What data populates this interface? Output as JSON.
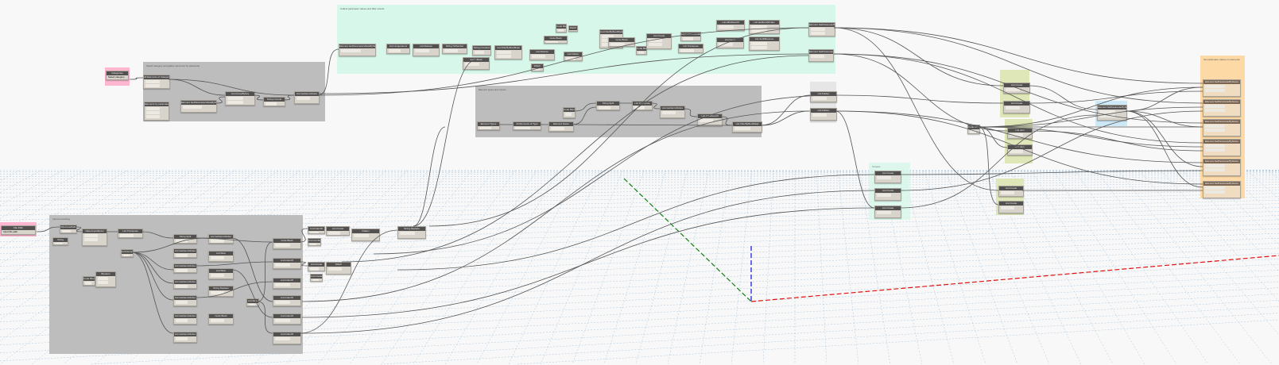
{
  "canvas": {
    "background": "#f8f8f8"
  },
  "groups": [
    {
      "id": "g-green-main",
      "color": "#d7f7ea",
      "note": "Collect parameter values and filter results"
    },
    {
      "id": "g-gray-categories",
      "color": "#bdbdbd",
      "note": "Select category and gather elements by parameter"
    },
    {
      "id": "g-gray-types",
      "color": "#bdbdbd",
      "note": "Element types and names"
    },
    {
      "id": "g-gray-input",
      "color": "#bdbdbd",
      "note": "Input processing"
    },
    {
      "id": "g-light-gray",
      "color": "#e6e6e6",
      "note": ""
    },
    {
      "id": "g-green-small",
      "color": "#d7f7ea",
      "note": "Outputs"
    },
    {
      "id": "g-olive-1",
      "color": "#dfe7b8",
      "note": ""
    },
    {
      "id": "g-olive-2",
      "color": "#dfe7b8",
      "note": ""
    },
    {
      "id": "g-olive-3",
      "color": "#dfe7b8",
      "note": ""
    },
    {
      "id": "g-blue",
      "color": "#cde8f7",
      "note": ""
    },
    {
      "id": "g-orange",
      "color": "#fdd9a6",
      "note": "Set parameter values on elements"
    }
  ],
  "pink_notes": [
    {
      "title": "Categories",
      "label": "Select category input"
    },
    {
      "title": "File Path",
      "label": "Input file path"
    }
  ],
  "nodes": [
    "Element.GetParameterValueByName",
    "List.UniqueItems",
    "List.Reduce",
    "String.ToNumber",
    "String.Contains",
    "List.FilterByBoolMask",
    "List.Reduce",
    "List.Flatten",
    "Code Block",
    "Code Block",
    "Code Block",
    "Watch",
    "List.FilterByBoolMask",
    "Code Block",
    "List.Create",
    "List.GetItemAtIndex",
    "List.Transpose",
    "List.AllIndicesOf",
    "List.Count",
    "List.GetItemAtIndex",
    "List.SetDifference",
    "Element.SetParameterByName",
    "Element.SetParameterByName",
    "Code Block",
    "Watch",
    "All Elements of Category",
    "Elements by parameter",
    "Element.GetParameterValueByName",
    "List.GroupByKey",
    "String.Concat",
    "List.GetItemAtIndex",
    "Element Types",
    "All Elements of Type",
    "Code Block",
    "Element.Name",
    "String.Split",
    "List.Transpose",
    "List.GetItemAtIndex",
    "List.AllIndicesOf",
    "List.FilterByBoolMask",
    "List.Flatten",
    "List.Flatten",
    "Code Block",
    "List.Create",
    "List.Create",
    "List.Join",
    "List.Join",
    "List.Create",
    "List.Create",
    "List.Create",
    "List.Create",
    "List.Create",
    "Element.SetParameterByName",
    "Element.SetParameterByName",
    "Element.SetParameterByName",
    "Element.SetParameterByName",
    "Element.SetParameterByName",
    "Element.SetParameterByName",
    "Element.SetParameterByName",
    "File.FromPath",
    "Data.ImportExcel",
    "List.Transpose",
    "String",
    "Code Block",
    "Boolean",
    "List.Deconstruct",
    "String.Split",
    "List.GetItemAtIndex",
    "List.GetItemAtIndex",
    "List.GetItemAtIndex",
    "List.GetItemAtIndex",
    "List.GetItemAtIndex",
    "List.GetItemAtIndex",
    "List.GetItemAtIndex",
    "List.Slice",
    "List.Slice",
    "List.Slice",
    "Code Block",
    "List.IndexOf",
    "List.IndexOf",
    "List.IndexOf",
    "List.IndexOf",
    "List.IndexOf",
    "List.IndexOf",
    "List.Create",
    "Flatten",
    "String.Replace",
    "List.Combine",
    "List.Create",
    "Watch",
    "List.Create",
    "String.Replace",
    "Code Block"
  ],
  "axes": {
    "x_color": "#e01010",
    "y_color": "#108010",
    "z_color": "#1010e0",
    "grid_color": "#6d9fc8"
  }
}
